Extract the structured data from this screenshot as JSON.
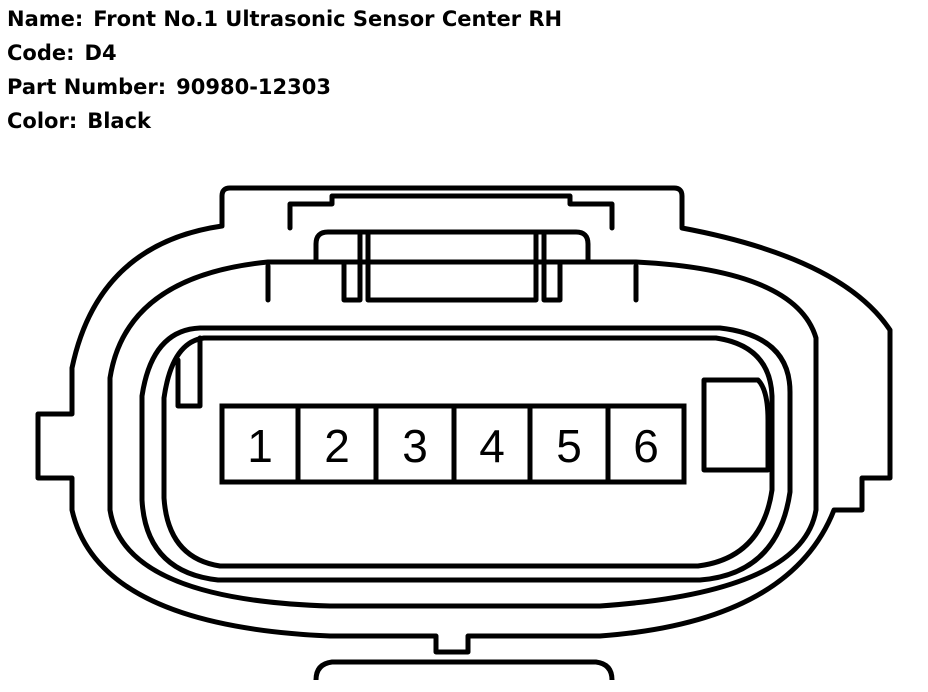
{
  "info": {
    "name_label": "Name:",
    "name_value": "Front No.1 Ultrasonic Sensor Center RH",
    "code_label": "Code:",
    "code_value": "D4",
    "part_label": "Part Number:",
    "part_value": "90980-12303",
    "color_label": "Color:",
    "color_value": "Black"
  },
  "connector": {
    "pins": [
      "1",
      "2",
      "3",
      "4",
      "5",
      "6"
    ],
    "line_color": "#000000",
    "background_color": "#ffffff"
  }
}
